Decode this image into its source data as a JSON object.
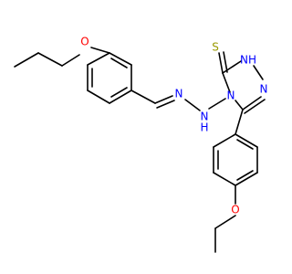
{
  "molecule": {
    "atom_labels": [
      {
        "key": "O_propoxy",
        "text": "O",
        "color": "#ff0000"
      },
      {
        "key": "N_azomethine",
        "text": "N",
        "color": "#0000ff"
      },
      {
        "key": "N_hydrazine",
        "text": "N",
        "color": "#0000ff"
      },
      {
        "key": "H_hydrazine",
        "text": "H",
        "color": "#0000ff"
      },
      {
        "key": "N_ring4",
        "text": "N",
        "color": "#0000ff"
      },
      {
        "key": "S_thione",
        "text": "S",
        "color": "#999900"
      },
      {
        "key": "NH_ring",
        "text": "NH",
        "color": "#0000ff"
      },
      {
        "key": "N_ring2",
        "text": "N",
        "color": "#0000ff"
      },
      {
        "key": "O_ethoxy",
        "text": "O",
        "color": "#ff0000"
      }
    ]
  },
  "colors": {
    "bond": "#000000",
    "background": "#ffffff"
  }
}
